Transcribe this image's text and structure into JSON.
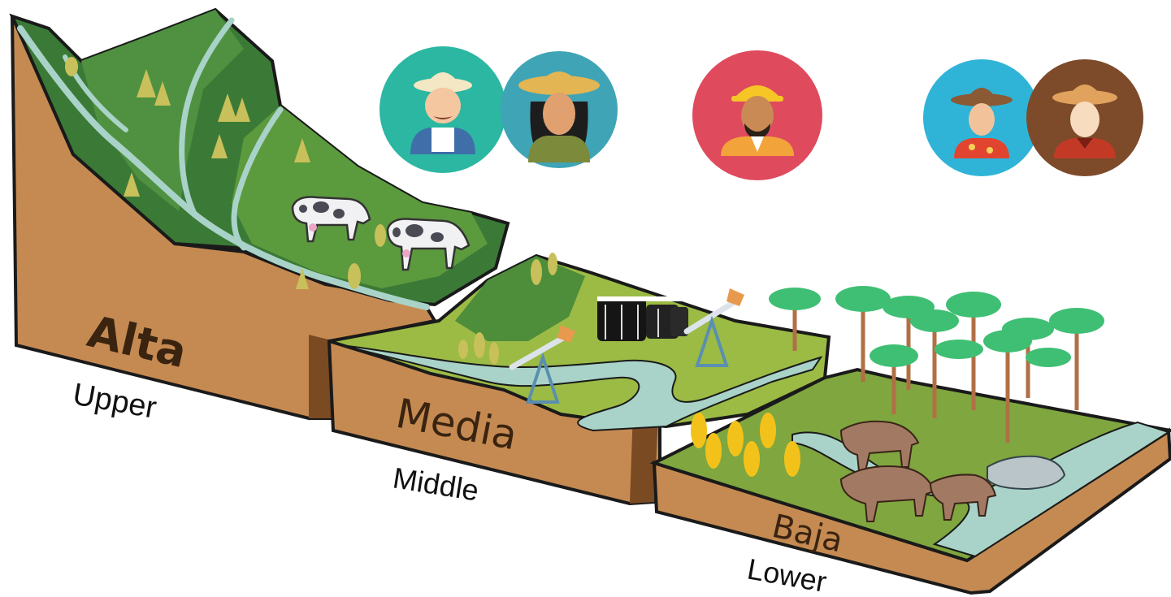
{
  "zones": {
    "upper": {
      "label_es": "Alta",
      "label_en": "Upper"
    },
    "middle": {
      "label_es": "Media",
      "label_en": "Middle"
    },
    "lower": {
      "label_es": "Baja",
      "label_en": "Lower"
    }
  },
  "people": {
    "upper": [
      {
        "icon": "farmer-man-icon",
        "bg": "#2bb7a2"
      },
      {
        "icon": "farmer-woman-icon",
        "bg": "#3fa4b6"
      }
    ],
    "middle": [
      {
        "icon": "oil-worker-icon",
        "bg": "#df4a5d"
      }
    ],
    "lower": [
      {
        "icon": "rancher-icon",
        "bg": "#2fb4d8"
      },
      {
        "icon": "cowboy-icon",
        "bg": "#7d4a2a"
      }
    ]
  },
  "colors": {
    "soil": "#c58a52",
    "soil_dark": "#7a4a22",
    "grass_dark": "#2f6f32",
    "grass_mid": "#4e8d3a",
    "grass_light": "#9bbb45",
    "river": "#a9d3c8",
    "outline": "#1a1a1a"
  }
}
